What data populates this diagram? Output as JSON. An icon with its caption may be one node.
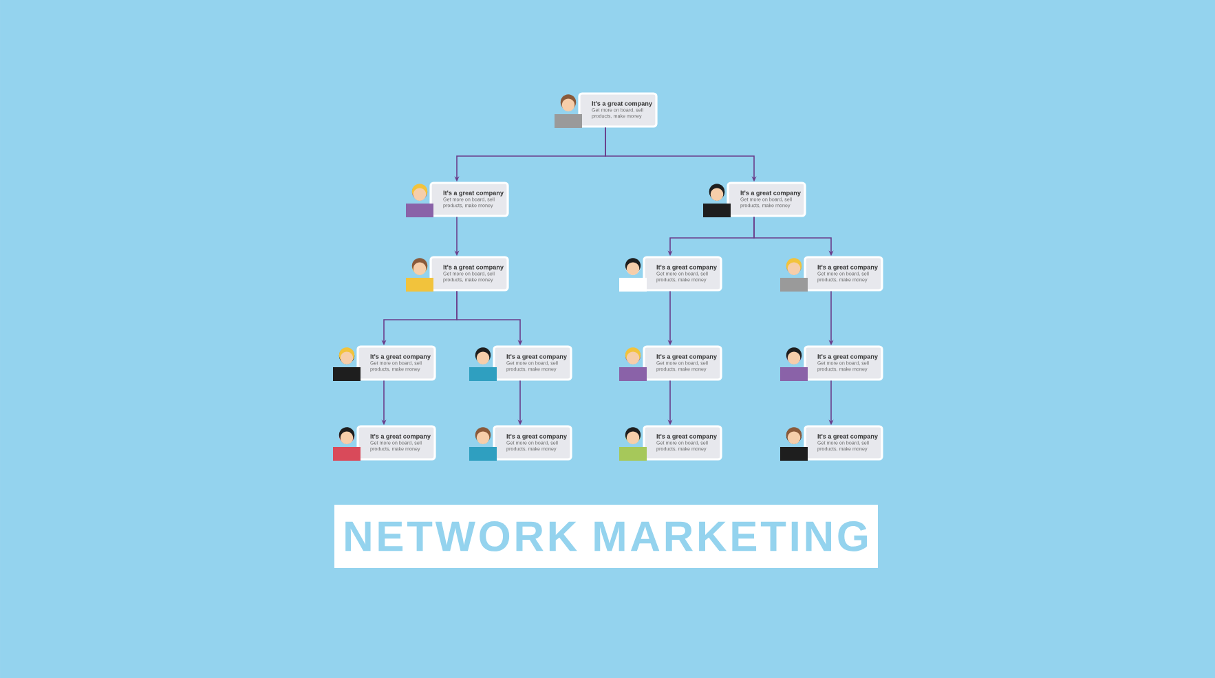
{
  "diagram": {
    "title": "NETWORK MARKETING",
    "nodes": [
      {
        "text": [
          "It's a great company",
          "Get more on board, sell products, make money"
        ]
      },
      {
        "text": [
          "It's a great company",
          "Get more on board, sell products, make money"
        ]
      },
      {
        "text": [
          "It's a great company",
          "Get more on board, sell products, make money"
        ]
      },
      {
        "text": [
          "It's a great company",
          "Get more on board, sell products, make money"
        ]
      },
      {
        "text": [
          "It's a great company",
          "Get more on board, sell products, make money"
        ]
      },
      {
        "text": [
          "It's a great company",
          "Get more on board, sell products, make money"
        ]
      },
      {
        "text": [
          "It's a great company",
          "Get more on board, sell products, make money"
        ]
      },
      {
        "text": [
          "It's a great company",
          "Get more on board, sell products, make money"
        ]
      },
      {
        "text": [
          "It's a great company",
          "Get more on board, sell products, make money"
        ]
      },
      {
        "text": [
          "It's a great company",
          "Get more on board, sell products, make money"
        ]
      },
      {
        "text": [
          "It's a great company",
          "Get more on board, sell products, make money"
        ]
      },
      {
        "text": [
          "It's a great company",
          "Get more on board, sell products, make money"
        ]
      },
      {
        "text": [
          "It's a great company",
          "Get more on board, sell products, make money"
        ]
      },
      {
        "text": [
          "It's a great company",
          "Get more on board, sell products, make money"
        ]
      }
    ],
    "edges": [
      {
        "from": 0,
        "to": 1,
        "arrow": "to"
      },
      {
        "from": 0,
        "to": 2,
        "arrow": "to"
      },
      {
        "from": 1,
        "to": 3,
        "arrow": "to"
      },
      {
        "from": 2,
        "to": 4,
        "arrow": "to"
      },
      {
        "from": 2,
        "to": 5,
        "arrow": "to"
      },
      {
        "from": 3,
        "to": 6,
        "arrow": "to"
      },
      {
        "from": 3,
        "to": 7,
        "arrow": "to"
      },
      {
        "from": 4,
        "to": 8,
        "arrow": "to"
      },
      {
        "from": 5,
        "to": 9,
        "arrow": "to"
      },
      {
        "from": 6,
        "to": 10,
        "arrow": "to"
      },
      {
        "from": 7,
        "to": 11,
        "arrow": "to"
      },
      {
        "from": 8,
        "to": 12,
        "arrow": "to"
      },
      {
        "from": 9,
        "to": 13,
        "arrow": "to"
      }
    ]
  }
}
